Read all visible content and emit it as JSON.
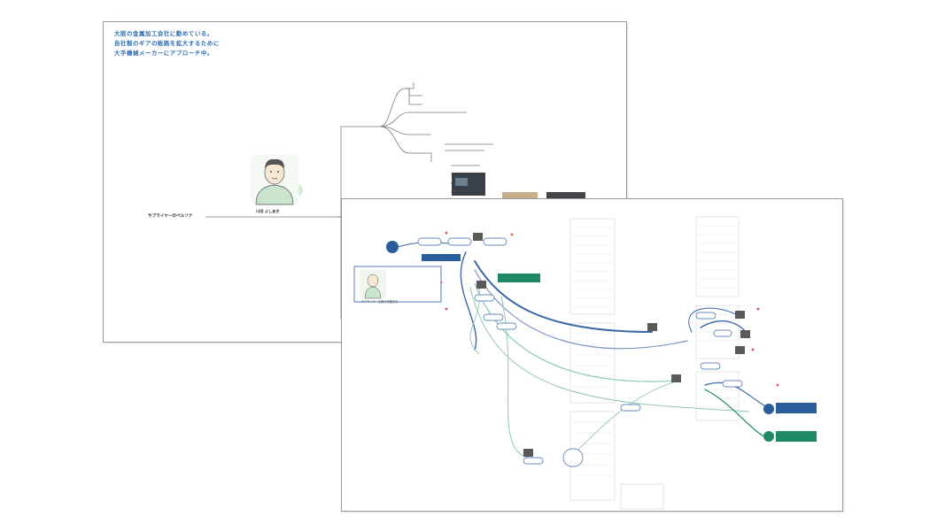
{
  "persona_sheet": {
    "intro_lines": [
      "大阪の金属加工会社に勤めている。",
      "自社製のギアの販路を拡大するために",
      "大手機械メーカーにアプローチ中。"
    ],
    "persona_title": "サプライヤーのペルソナ",
    "persona_name": "川田 よしあき"
  },
  "journey_sheet": {
    "persona_caption": "サプライヤー企業の営業担当"
  },
  "colors": {
    "accent_blue": "#2f6fb5",
    "node_blue": "#2a5d9c",
    "node_green": "#1f8a64",
    "flow_teal": "#8fc6b4"
  }
}
